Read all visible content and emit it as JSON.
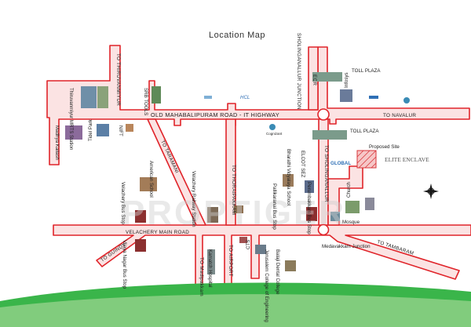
{
  "title": "Location Map",
  "watermark": "PROPTIGER",
  "roads": {
    "omr": "OLD MAHABALIPURAM ROAD - IT HIGHWAY",
    "velachery_main": "VELACHERY MAIN ROAD",
    "to_navalur": "TO NAVALUR",
    "to_thiruvanmiyur": "TO THIRUVANMIYUR",
    "to_sholinganallur_junction": "SHOLINGANALLUR JUNCTION",
    "ecr": "ECR",
    "to_taramani": "TO TARAMANI",
    "to_thoraipakkam": "TO THORAIPAKKAM",
    "to_sholinganallur": "TO SHOLINGANALLUR",
    "to_guindy": "TO GUINDY",
    "to_madipakkam": "TO Madipakkam",
    "to_airport": "TO AIRPORT",
    "to_tambaram": "TO TAMBARAM"
  },
  "places": {
    "thiruvanmiyur_mrts": "Thiruvanmiyur MRTS Station",
    "srb_tools": "SRB TOOLS",
    "madhya_kailash": "Madhya Kailash",
    "tidel_park": "Tidel Park",
    "nift": "NIFT",
    "velachery_bus_stop": "Velachery Bus Stop",
    "american_school": "American School",
    "velachery_railway": "Velachery Railway Station",
    "vijaya_nagar": "Vijaya Nagar Bus Stop",
    "kamatch_hospital": "Kamatch Hospital",
    "cts": "CTS",
    "jeruslam": "Jerusalem College of Engineering",
    "balaji_dental": "Balaji Dental College",
    "pallikaranai": "Pallikaranai Bus Stop",
    "bharathi_vidyalaya": "Bharathi Vidyalaya School",
    "elcot_sez": "ELCOT SEZ",
    "perumbakkam": "Perumbakkam Bus Stop",
    "medavakkam": "Medavakkam Junction",
    "mosque": "Mosque",
    "church": "Church",
    "toll_plaza_1": "TOLL PLAZA",
    "toll_plaza_2": "TOLL PLAZA",
    "proposed_site": "Proposed Site",
    "infosys": "Infosys",
    "hcl": "HCL",
    "cognizant": "Cognizant",
    "global": "GLOBAL",
    "elite_enclave": "ELITE ENCLAVE"
  },
  "colors": {
    "road_fill": "#fbe3e3",
    "road_edge": "#e0242a",
    "site": "#d8343a",
    "green": "#3ab54a"
  },
  "icons": [
    "compass-rose-icon",
    "junction-circle-icon"
  ]
}
